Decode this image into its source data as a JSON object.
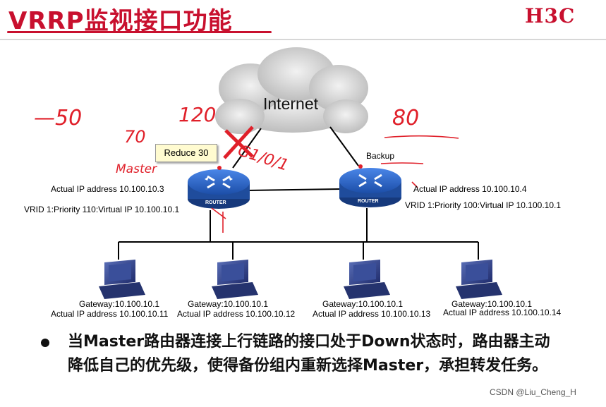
{
  "header": {
    "title": "VRRP监视接口功能",
    "logo": "H3C"
  },
  "diagram": {
    "cloud_label": "Internet",
    "callout": "Reduce 30",
    "left_router": {
      "device_label": "ROUTER",
      "actual_ip": "Actual IP address 10.100.10.3",
      "vrid": "VRID 1:Priority 110:Virtual IP  10.100.10.1"
    },
    "right_router": {
      "device_label": "ROUTER",
      "role": "Backup",
      "actual_ip": "Actual IP address 10.100.10.4",
      "vrid": "VRID 1:Priority 100:Virtual IP  10.100.10.1"
    },
    "hosts": [
      {
        "gateway": "Gateway:10.100.10.1",
        "actual_ip": "Actual IP address 10.100.10.11"
      },
      {
        "gateway": "Gateway:10.100.10.1",
        "actual_ip": "Actual IP address 10.100.10.12"
      },
      {
        "gateway": "Gateway:10.100.10.1",
        "actual_ip": "Actual IP address 10.100.10.13"
      },
      {
        "gateway": "Gateway:10.100.10.1",
        "actual_ip": "Actual IP address 10.100.10.14"
      }
    ],
    "annotations": {
      "minus": "—50",
      "val120": "120",
      "val70": "70",
      "master": "Master",
      "iface": "G1/0/1",
      "val80": "80"
    }
  },
  "bullet": {
    "text": "当Master路由器连接上行链路的接口处于Down状态时，路由器主动降低自己的优先级，使得备份组内重新选择Master，承担转发任务。"
  },
  "watermark": "CSDN @Liu_Cheng_H",
  "colors": {
    "title": "#c8102e",
    "router": "#2a5dbd",
    "annotation": "#e0202a"
  }
}
